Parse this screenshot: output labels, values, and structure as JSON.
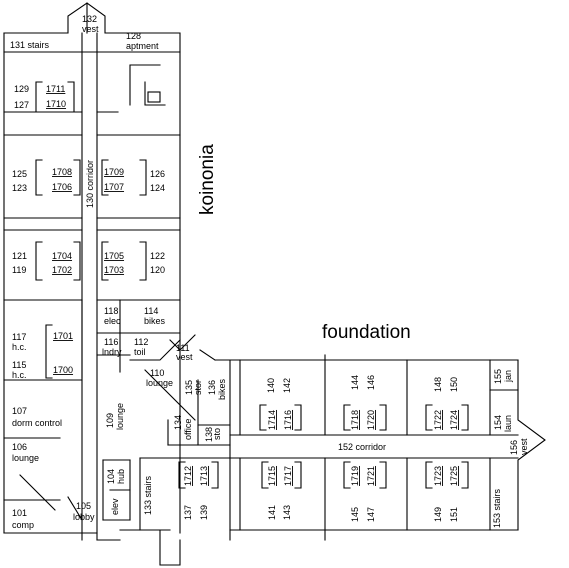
{
  "wing_labels": {
    "koinonia": "koinonia",
    "foundation": "foundation"
  },
  "rooms": {
    "r101": [
      "101",
      "comp"
    ],
    "r104": [
      "104",
      "hub"
    ],
    "r105": [
      "105",
      "lobby"
    ],
    "r106": [
      "106",
      "lounge"
    ],
    "r107": [
      "107",
      "dorm control"
    ],
    "r109": [
      "109",
      "lounge"
    ],
    "r110": [
      "110",
      "lounge"
    ],
    "r111": [
      "111",
      "vest"
    ],
    "r112": [
      "112",
      "toil"
    ],
    "r114": [
      "114",
      "bikes"
    ],
    "r115": [
      "115",
      "h.c."
    ],
    "r116": [
      "116",
      "lndry"
    ],
    "r117": [
      "117",
      "h.c."
    ],
    "r118": [
      "118",
      "elec"
    ],
    "r119": "119",
    "r120": "120",
    "r121": "121",
    "r122": "122",
    "r123": "123",
    "r124": "124",
    "r125": "125",
    "r126": "126",
    "r127": "127",
    "r128": [
      "128",
      "aptment"
    ],
    "r129": "129",
    "r130": "130 corridor",
    "r131": "131 stairs",
    "r132": [
      "132",
      "vest"
    ],
    "r133": "133 stairs",
    "r134": [
      "134",
      "office"
    ],
    "r135": [
      "135",
      "stor"
    ],
    "r136": [
      "136",
      "bikes"
    ],
    "r137": "137",
    "r138": [
      "138",
      "sto"
    ],
    "r139": "139",
    "r140": "140",
    "r141": "141",
    "r142": "142",
    "r143": "143",
    "r144": "144",
    "r145": "145",
    "r146": "146",
    "r147": "147",
    "r148": "148",
    "r149": "149",
    "r150": "150",
    "r151": "151",
    "r152": "152 corridor",
    "r153": "153 stairs",
    "r154": [
      "154",
      "laun"
    ],
    "r155": [
      "155",
      "jan"
    ],
    "r156": [
      "156",
      "vest"
    ],
    "elev": "elev"
  },
  "suites": {
    "s1700": "1700",
    "s1701": "1701",
    "s1702": "1702",
    "s1703": "1703",
    "s1704": "1704",
    "s1705": "1705",
    "s1706": "1706",
    "s1707": "1707",
    "s1708": "1708",
    "s1709": "1709",
    "s1710": "1710",
    "s1711": "1711",
    "s1712": "1712",
    "s1713": "1713",
    "s1714": "1714",
    "s1715": "1715",
    "s1716": "1716",
    "s1717": "1717",
    "s1718": "1718",
    "s1719": "1719",
    "s1720": "1720",
    "s1721": "1721",
    "s1722": "1722",
    "s1723": "1723",
    "s1724": "1724",
    "s1725": "1725"
  }
}
